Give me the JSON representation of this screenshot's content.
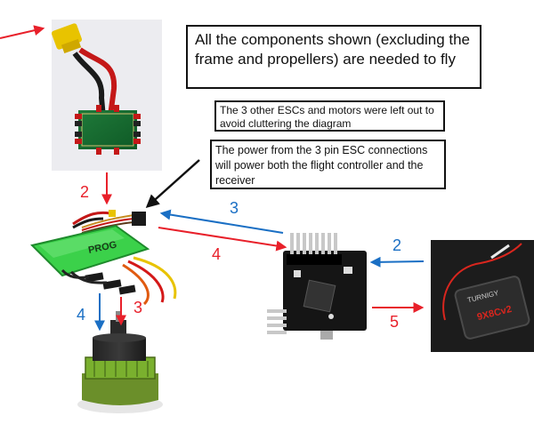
{
  "notes": {
    "main": "All the components shown (excluding the frame and propellers) are needed to fly",
    "esc": "The 3 other ESCs and motors were left out to avoid cluttering the diagram",
    "power": "The power from the 3 pin ESC connections will power both the flight controller and the receiver"
  },
  "esc_label": "PROG",
  "receiver_brand": "TURNIGY",
  "receiver_model": "9X8Cv2",
  "arrow_labels": {
    "pdb_to_esc": "2",
    "fc_to_esc": "3",
    "rx_to_fc": "2",
    "esc_to_fc": "4",
    "esc_to_motor_blue": "4",
    "esc_to_motor_red": "3",
    "fc_to_rx": "5"
  },
  "colors": {
    "red_arrow": "#e8202a",
    "blue_arrow": "#1a6fc4",
    "black_arrow": "#111111",
    "blue_label": "#1a6fc4",
    "red_label": "#e8202a"
  }
}
